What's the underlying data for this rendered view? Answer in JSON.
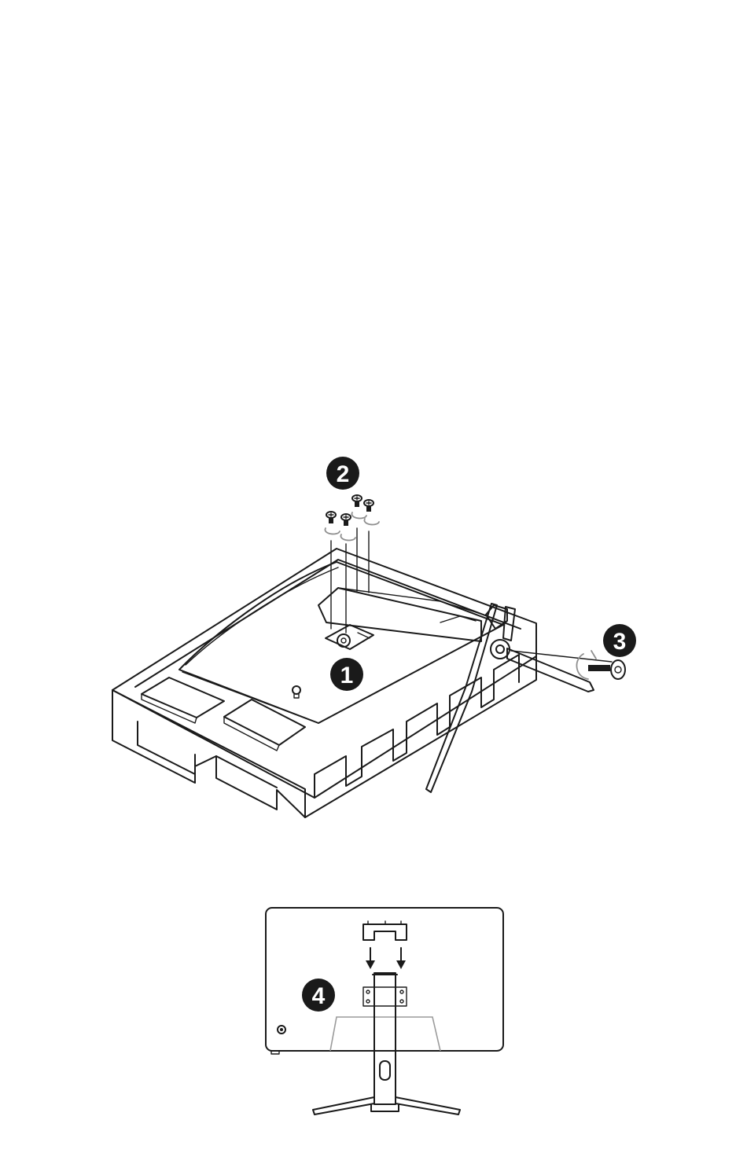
{
  "diagram": {
    "steps": [
      {
        "id": "step-1",
        "label": "1"
      },
      {
        "id": "step-2",
        "label": "2"
      },
      {
        "id": "step-3",
        "label": "3"
      },
      {
        "id": "step-4",
        "label": "4"
      }
    ],
    "colors": {
      "line": "#1a1a1a",
      "stand_fill": "#8a8a8a",
      "panel_fill": "#ffffff",
      "rotation_arrow": "#8f8f8f",
      "step_circle": "#1a1a1a"
    },
    "icons": [
      "screw-icon",
      "rotation-arrow-icon",
      "down-arrow-icon",
      "thumbscrew-icon",
      "power-button-icon"
    ]
  }
}
